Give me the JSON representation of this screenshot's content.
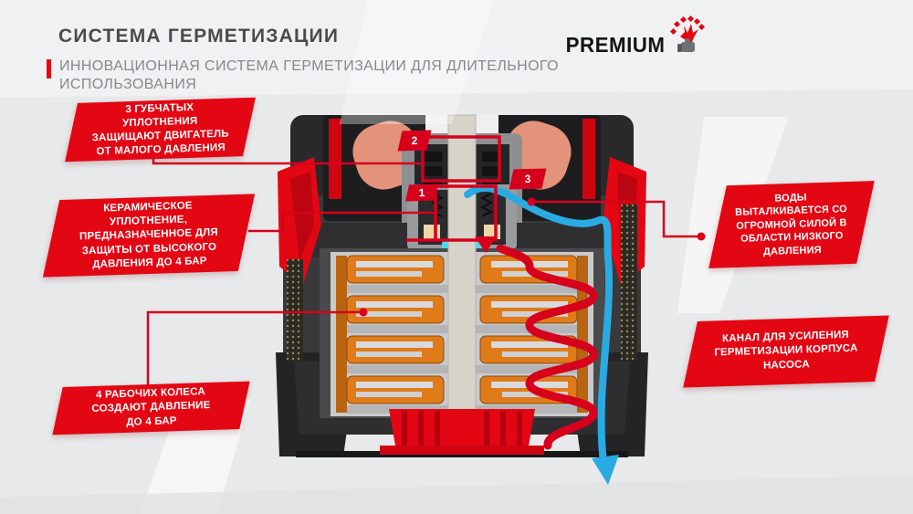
{
  "slide": {
    "title": "СИСТЕМА ГЕРМЕТИЗАЦИИ",
    "subtitle": "ИННОВАЦИОННАЯ СИСТЕМА ГЕРМЕТИЗАЦИИ ДЛЯ ДЛИТЕЛЬНОГО\nИСПОЛЬЗОВАНИЯ",
    "brand": "PREMIUM",
    "icons": {
      "brand_mark": "stars-thumb-icon",
      "flow_arrow": "water-flow-arrow-icon"
    },
    "colors": {
      "accent_red": "#e30613",
      "line_red": "#d6001c",
      "water_blue": "#29abe2",
      "impeller_orange": "#e07b1a",
      "coil_salmon": "#e2937a",
      "title_gray": "#4a4b4d",
      "subtitle_gray": "#87888b",
      "background": "#e8e9eb"
    }
  },
  "callouts": [
    {
      "id": "sponge-seals",
      "label": "3 ГУБЧАТЫХ\nУПЛОТНЕНИЯ\nЗАЩИЩАЮТ ДВИГАТЕЛЬ\nОТ МАЛОГО ДАВЛЕНИЯ"
    },
    {
      "id": "ceramic-seal",
      "label": "КЕРАМИЧЕСКОЕ\nУПЛОТНЕНИЕ,\nПРЕДНАЗНАЧЕННОЕ ДЛЯ\nЗАЩИТЫ ОТ ВЫСОКОГО\nДАВЛЕНИЯ ДО 4 БАР"
    },
    {
      "id": "impellers",
      "label": "4 РАБОЧИХ КОЛЕСА\nСОЗДАЮТ ДАВЛЕНИЕ\nДО 4 БАР"
    },
    {
      "id": "water-push",
      "label": "ВОДЫ\nВЫТАЛКИВАЕТСЯ СО\nОГРОМНОЙ СИЛОЙ В\nОБЛАСТИ НИЗКОГО\nДАВЛЕНИЯ"
    },
    {
      "id": "seal-channel",
      "label": "КАНАЛ ДЛЯ УСИЛЕНИЯ\nГЕРМЕТИЗАЦИИ КОРПУСА\nНАСОСА"
    }
  ],
  "diagram": {
    "markers": [
      {
        "n": "1"
      },
      {
        "n": "2"
      },
      {
        "n": "3"
      }
    ]
  }
}
